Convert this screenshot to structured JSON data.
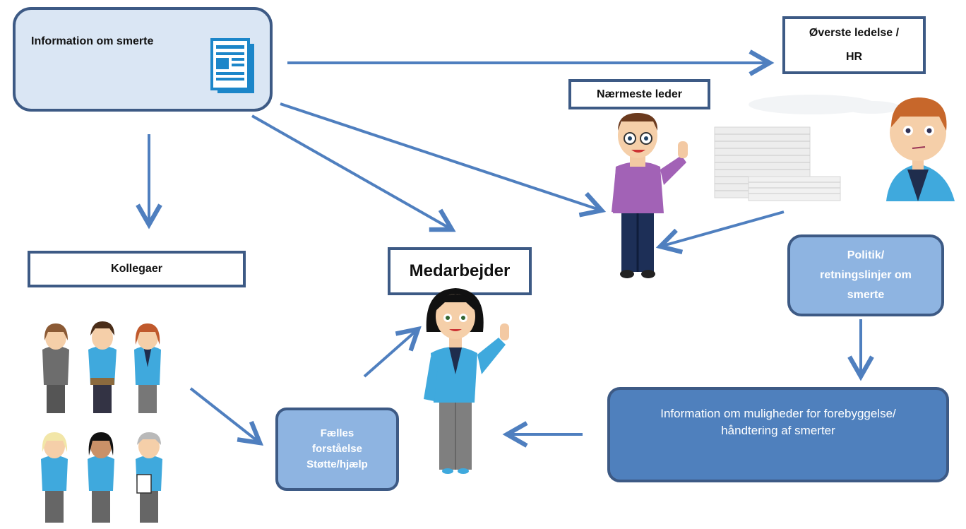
{
  "nodes": {
    "info": {
      "label": "Information om smerte",
      "icon": "document-icon"
    },
    "top_management": {
      "line1": "Øverste ledelse /",
      "line2": "HR"
    },
    "nearest_leader": {
      "label": "Nærmeste leder"
    },
    "colleagues": {
      "label": "Kollegaer"
    },
    "employee": {
      "label": "Medarbejder"
    },
    "policy": {
      "line1": "Politik/",
      "line2": "retningslinjer om",
      "line3": "smerte"
    },
    "shared": {
      "line1": "Fælles",
      "line2": "forståelse",
      "line3": "Støtte/hjælp"
    },
    "possibilities": {
      "line1": "Information om muligheder for forebyggelse/",
      "line2": "håndtering af smerter"
    }
  },
  "colors": {
    "arrow": "#4f7fbf",
    "border": "#3d5a85",
    "light_fill": "#dae6f4",
    "mid_fill": "#8eb4e1",
    "dark_fill": "#4f80bd",
    "shirt_blue": "#3fa9dd"
  },
  "illustrations": [
    "woman-employee-figure",
    "nearest-leader-figure",
    "hr-person-figure",
    "paper-stack",
    "colleagues-group"
  ]
}
